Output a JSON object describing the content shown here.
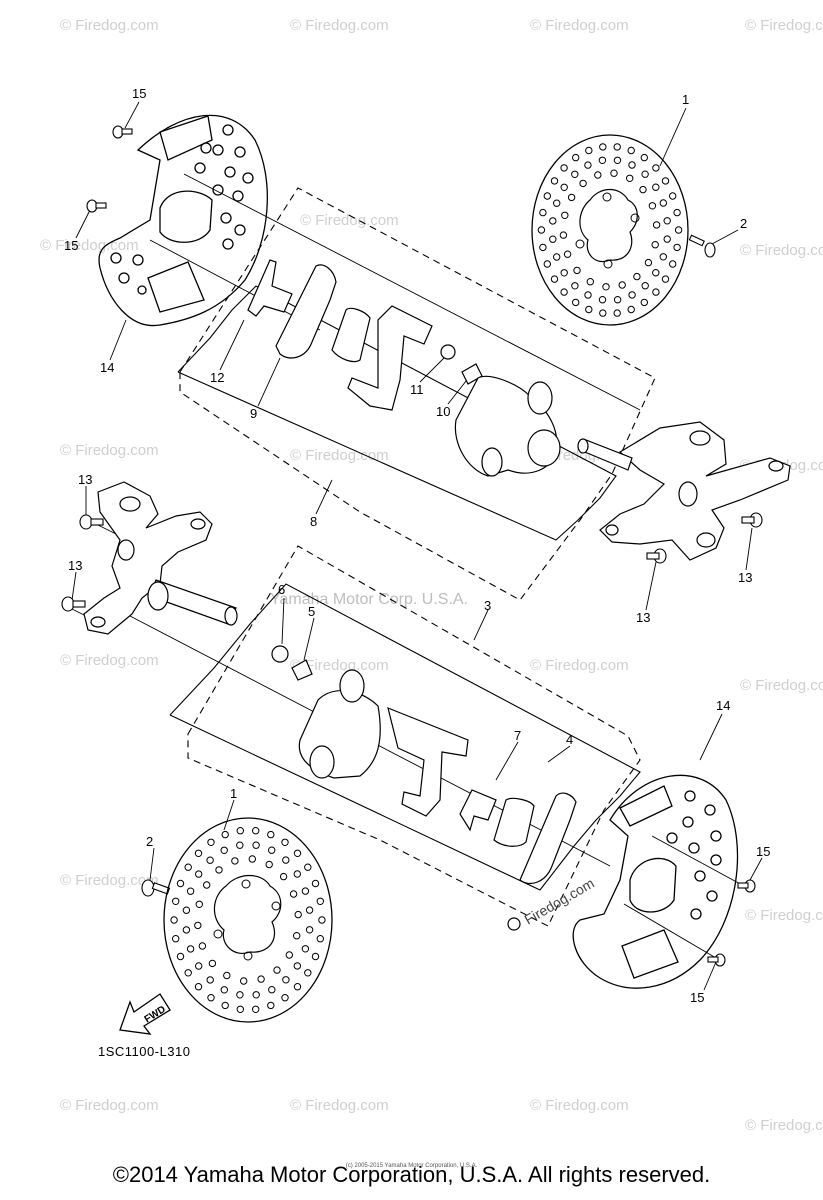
{
  "watermark": {
    "brand": "© Firedog.com",
    "center_text": "Yamaha Motor Corp. U.S.A.",
    "stamp": "Firedog.com"
  },
  "callouts": [
    "15",
    "1",
    "2",
    "15",
    "14",
    "12",
    "9",
    "11",
    "10",
    "8",
    "13",
    "13",
    "13",
    "13",
    "3",
    "6",
    "5",
    "7",
    "4",
    "14",
    "15",
    "2",
    "1",
    "15"
  ],
  "fwd_label": "FWD",
  "drawing_code": "1SC1100-L310",
  "tiny_note": "(c) 2005-2015 Yamaha Motor Corporation, U.S.A.",
  "copyright": "©2014 Yamaha Motor Corporation, U.S.A. All rights reserved."
}
